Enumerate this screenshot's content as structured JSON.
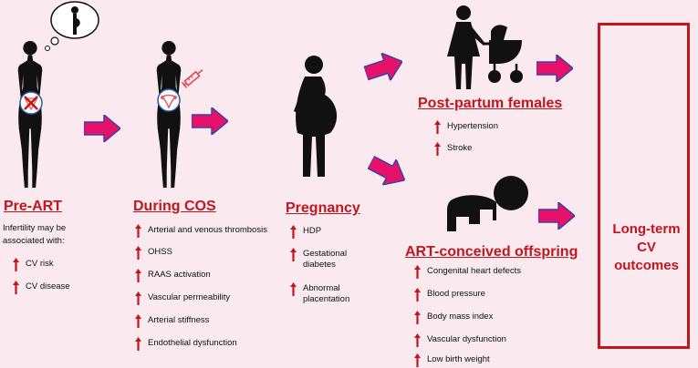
{
  "colors": {
    "accent": "#c2161c",
    "arrow": "#e8116a",
    "arrow_edge": "#3f3fa6",
    "background": "#fbe9f0"
  },
  "icons": [
    "thought-bubble-pregnant-icon",
    "uterus-crossed-icon",
    "uterus-icon",
    "syringe-icon",
    "pregnant-silhouette-icon",
    "mother-pram-icon",
    "crawling-baby-icon",
    "heart-question-icon"
  ],
  "stages": {
    "pre_art": {
      "title": "Pre-ART",
      "intro": "Infertility may be associated with:",
      "items": [
        "CV risk",
        "CV disease"
      ]
    },
    "cos": {
      "title": "During COS",
      "items": [
        "Arterial and venous thrombosis",
        "OHSS",
        "RAAS activation",
        "Vascular permeability",
        "Arterial stiffness",
        "Endothelial dysfunction"
      ]
    },
    "pregnancy": {
      "title": "Pregnancy",
      "items": [
        "HDP",
        "Gestational diabetes",
        "Abnormal placentation"
      ]
    },
    "postpartum": {
      "title": "Post-partum females",
      "items": [
        "Hypertension",
        "Stroke"
      ]
    },
    "offspring": {
      "title": "ART-conceived offspring",
      "items": [
        "Congenital heart defects",
        "Blood pressure",
        "Body mass index",
        "Vascular dysfunction",
        "Low birth weight"
      ]
    }
  },
  "outcome": {
    "line1": "Long-term",
    "line2": "CV",
    "line3": "outcomes"
  }
}
